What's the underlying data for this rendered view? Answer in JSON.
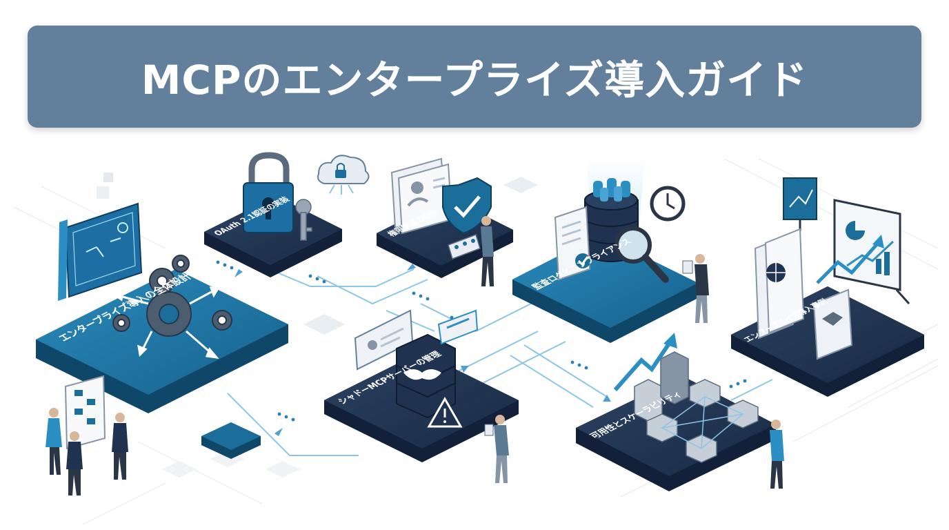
{
  "title": "MCPのエンタープライズ導入ガイド",
  "modules": {
    "overall": "エンタープライズ導入の全体設計",
    "oauth": "OAuth 2.1認証の実装",
    "access": "権限管理の設計",
    "audit": "監査ログとコンプライアンス",
    "cases": "エンタープライズ導入事例",
    "shadow": "シャドーMCPサーバーの管理",
    "scale": "可用性とスケーラビリティ"
  },
  "colors": {
    "banner": "#62809c",
    "platform_dark": "#1f3350",
    "platform_teal": "#1c6e9a",
    "accent": "#2c8fc4"
  }
}
